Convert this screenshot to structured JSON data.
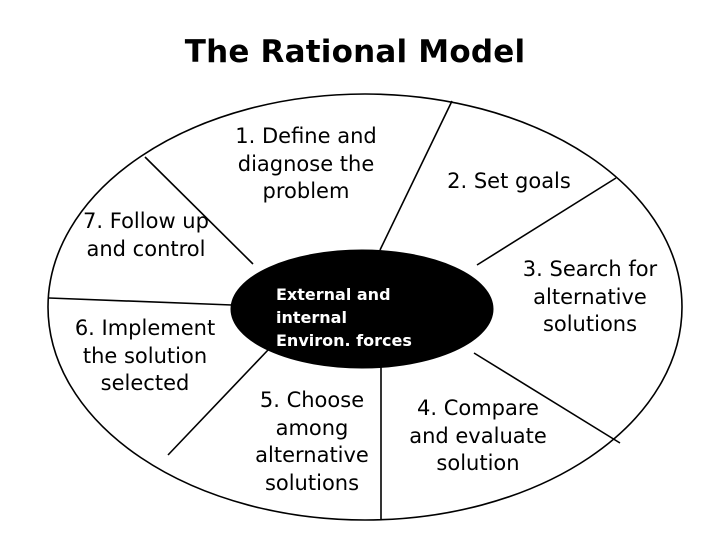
{
  "title": "The Rational Model",
  "diagram": {
    "type": "segmented-wheel",
    "core": {
      "name": "environment-core",
      "text": "External and\ninternal\nEnviron. forces",
      "fill_color": "#000000",
      "text_color": "#ffffff"
    },
    "outline_color": "#000000",
    "background_color": "#ffffff",
    "segments": [
      {
        "number": "1",
        "text": "1. Define and\ndiagnose the\nproblem"
      },
      {
        "number": "2",
        "text": "2. Set goals"
      },
      {
        "number": "3",
        "text": "3. Search for\nalternative\nsolutions"
      },
      {
        "number": "4",
        "text": "4. Compare\nand evaluate\nsolution"
      },
      {
        "number": "5",
        "text": "5. Choose\namong\nalternative\nsolutions"
      },
      {
        "number": "6",
        "text": "6. Implement\nthe solution\nselected"
      },
      {
        "number": "7",
        "text": "7. Follow up\nand control"
      }
    ]
  }
}
